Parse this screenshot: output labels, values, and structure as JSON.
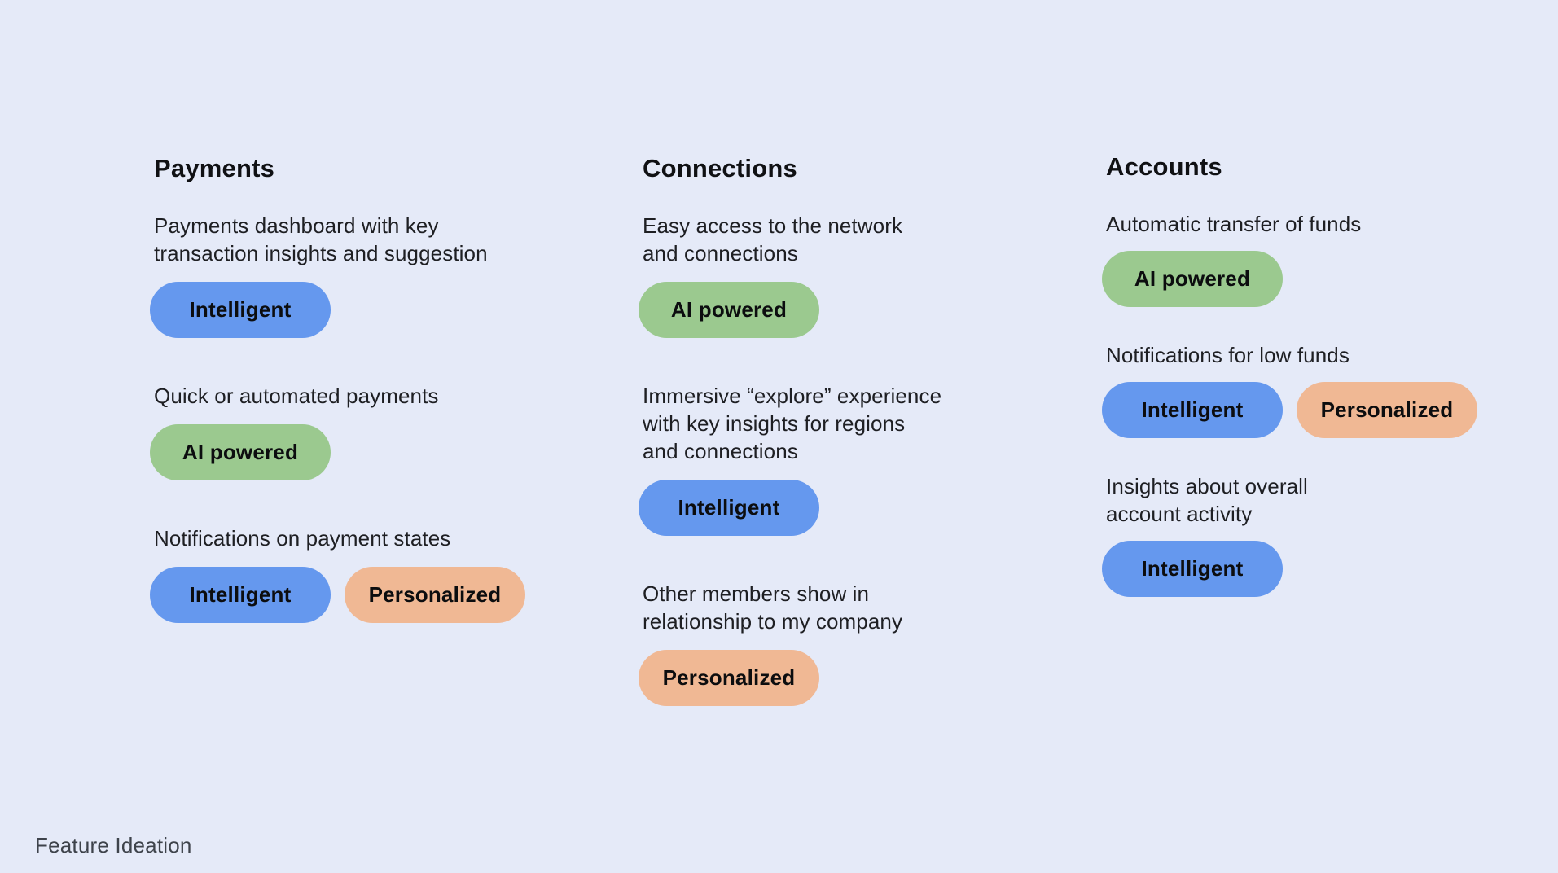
{
  "page": {
    "background_color": "#E5EAF8"
  },
  "tags": {
    "intelligent": {
      "label": "Intelligent",
      "color": "#6598EE"
    },
    "ai_powered": {
      "label": "AI powered",
      "color": "#9BC98F"
    },
    "personalized": {
      "label": "Personalized",
      "color": "#F0B894"
    }
  },
  "columns": [
    {
      "title": "Payments",
      "features": [
        {
          "description": "Payments dashboard with key\ntransaction insights and suggestion",
          "tags": [
            "intelligent"
          ]
        },
        {
          "description": "Quick or automated payments",
          "tags": [
            "ai_powered"
          ]
        },
        {
          "description": "Notifications on payment states",
          "tags": [
            "intelligent",
            "personalized"
          ]
        }
      ]
    },
    {
      "title": "Connections",
      "features": [
        {
          "description": "Easy access to the network\nand connections",
          "tags": [
            "ai_powered"
          ]
        },
        {
          "description": "Immersive “explore” experience\nwith key insights for regions\nand connections",
          "tags": [
            "intelligent"
          ]
        },
        {
          "description": "Other members show in\nrelationship to my company",
          "tags": [
            "personalized"
          ]
        }
      ]
    },
    {
      "title": "Accounts",
      "features": [
        {
          "description": "Automatic transfer of funds",
          "tags": [
            "ai_powered"
          ]
        },
        {
          "description": "Notifications for low funds",
          "tags": [
            "intelligent",
            "personalized"
          ]
        },
        {
          "description": "Insights about overall\naccount activity",
          "tags": [
            "intelligent"
          ]
        }
      ]
    }
  ],
  "footer": {
    "label": "Feature Ideation"
  }
}
